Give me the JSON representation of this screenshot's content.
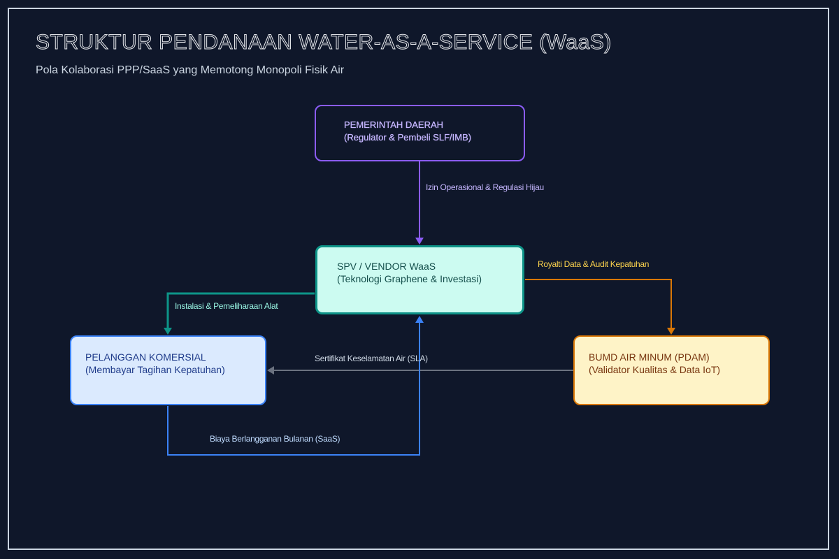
{
  "title": "STRUKTUR PENDANAAN WATER-AS-A-SERVICE (WaaS)",
  "subtitle": "Pola Kolaborasi PPP/SaaS yang Memotong Monopoli Fisik Air",
  "nodes": {
    "government": {
      "line1": "PEMERINTAH DAERAH",
      "line2": "(Regulator & Pembeli SLF/IMB)"
    },
    "spv": {
      "line1": "SPV / VENDOR WaaS",
      "line2": "(Teknologi Graphene & Investasi)"
    },
    "customer": {
      "line1": "PELANGGAN KOMERSIAL",
      "line2": "(Membayar Tagihan Kepatuhan)"
    },
    "bumd": {
      "line1": "BUMD AIR MINUM (PDAM)",
      "line2": "(Validator Kualitas & Data IoT)"
    }
  },
  "edges": {
    "gov_to_spv": "Izin Operasional & Regulasi Hijau",
    "spv_to_bumd": "Royalti Data & Audit Kepatuhan",
    "spv_to_customer": "Instalasi & Pemeliharaan Alat",
    "bumd_to_customer": "Sertifikat Keselamatan Air (SLA)",
    "customer_to_spv": "Biaya Berlangganan Bulanan (SaaS)"
  },
  "colors": {
    "background": "#0f172a",
    "government": "#8b5cf6",
    "spv": "#0d9488",
    "customer": "#3b82f6",
    "bumd": "#d97706",
    "validation": "#6b7280"
  }
}
